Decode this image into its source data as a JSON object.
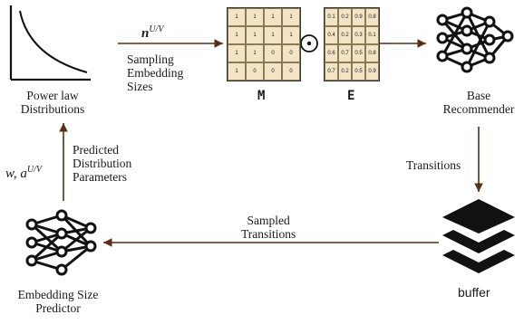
{
  "labels": {
    "power_law": [
      "Power law",
      "Distributions"
    ],
    "n_uv": "n",
    "n_uv_sup": "U/V",
    "sampling": [
      "Sampling",
      "Embedding",
      "Sizes"
    ],
    "matrix_m": "M",
    "matrix_e": "E",
    "base_recommender": [
      "Base",
      "Recommender"
    ],
    "transitions": "Transitions",
    "buffer": "buffer",
    "sampled_transitions": [
      "Sampled",
      "Transitions"
    ],
    "predicted": [
      "Predicted",
      "Distribution",
      "Parameters"
    ],
    "params_symbol": "w, a",
    "params_sup": "U/V",
    "predictor": [
      "Embedding Size",
      "Predictor"
    ],
    "odot": "⊙"
  },
  "matrices": {
    "M": [
      [
        "1",
        "1",
        "1",
        "1"
      ],
      [
        "1",
        "1",
        "1",
        "1"
      ],
      [
        "1",
        "1",
        "0",
        "0"
      ],
      [
        "1",
        "0",
        "0",
        "0"
      ]
    ],
    "E": [
      [
        "0.1",
        "0.2",
        "0.9",
        "0.8"
      ],
      [
        "0.4",
        "0.2",
        "0.3",
        "0.1"
      ],
      [
        "0.6",
        "0.7",
        "0.5",
        "0.8"
      ],
      [
        "0.7",
        "0.2",
        "0.5",
        "0.9"
      ]
    ]
  },
  "colors": {
    "arrow": "#5a2e14",
    "matrix_fill": "#f2e4c4",
    "ink": "#111111"
  },
  "icons": [
    "power-law-curve-icon",
    "neural-network-icon",
    "stacked-layers-icon"
  ]
}
